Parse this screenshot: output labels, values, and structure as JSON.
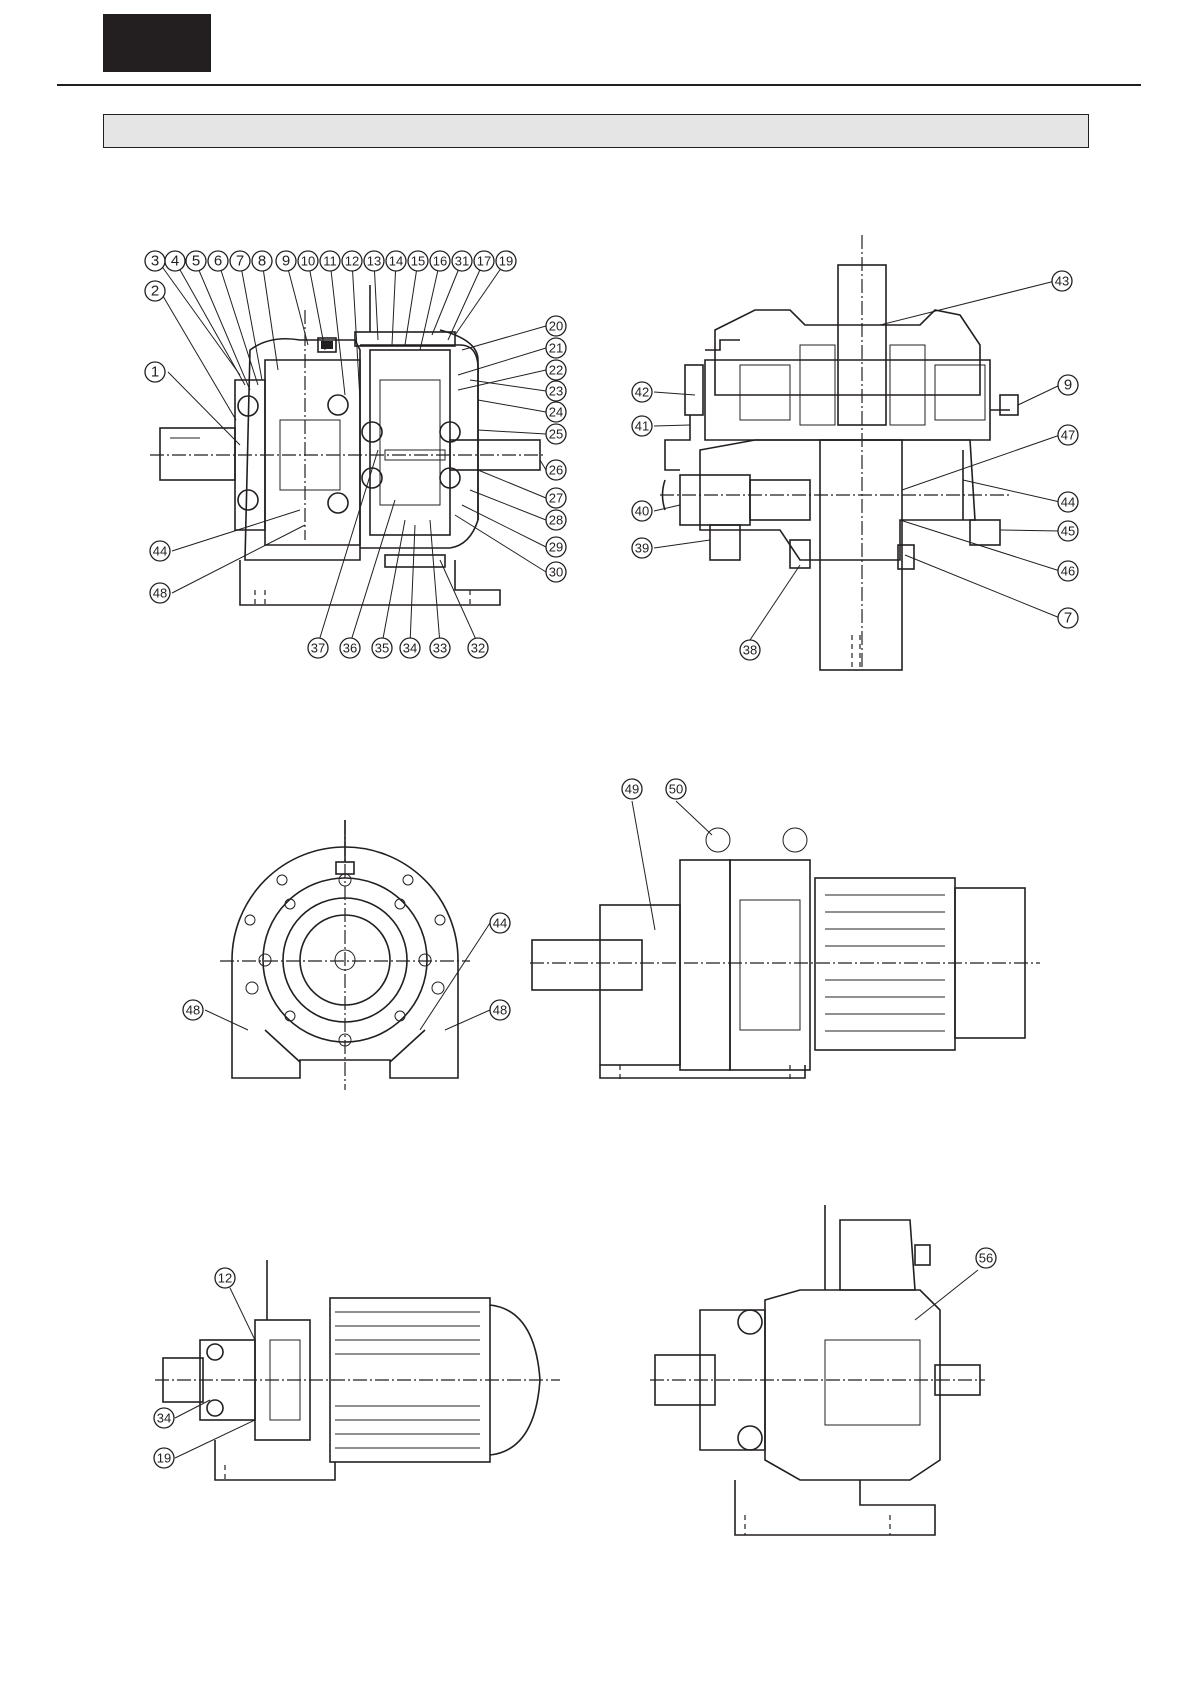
{
  "header": {
    "tab_color": "#231f20",
    "section_bar_color": "#e5e5e5",
    "section_title": ""
  },
  "drawings": [
    {
      "id": "sectional-view-horizontal-foot",
      "callouts": [
        "1",
        "2",
        "3",
        "4",
        "5",
        "6",
        "7",
        "8",
        "9",
        "10",
        "11",
        "12",
        "13",
        "14",
        "15",
        "16",
        "31",
        "17",
        "19",
        "20",
        "21",
        "22",
        "23",
        "24",
        "25",
        "26",
        "27",
        "28",
        "29",
        "30",
        "44",
        "48",
        "37",
        "36",
        "35",
        "34",
        "33",
        "32"
      ]
    },
    {
      "id": "sectional-view-vertical",
      "callouts": [
        "43",
        "42",
        "41",
        "9",
        "47",
        "44",
        "40",
        "45",
        "46",
        "39",
        "7",
        "38"
      ]
    },
    {
      "id": "end-view-foot-mount",
      "callouts": [
        "44",
        "48",
        "48"
      ]
    },
    {
      "id": "side-view-gearmotor",
      "callouts": [
        "49",
        "50"
      ]
    },
    {
      "id": "sectional-view-small-gearmotor",
      "callouts": [
        "12",
        "34",
        "19"
      ]
    },
    {
      "id": "sectional-view-double-stage",
      "callouts": [
        "56"
      ]
    }
  ]
}
